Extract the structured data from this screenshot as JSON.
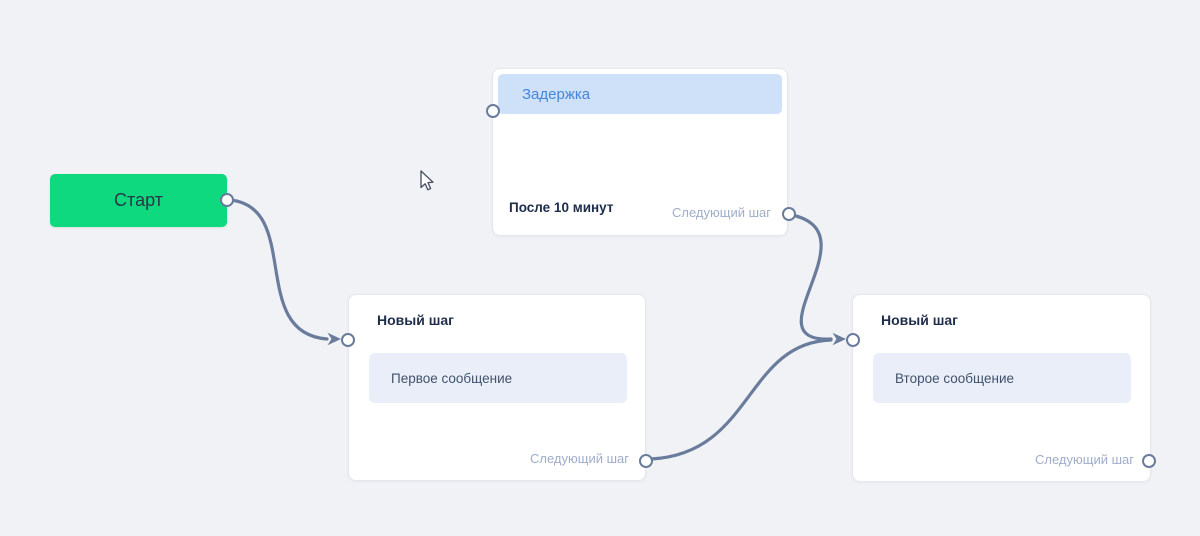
{
  "palette": {
    "canvas_bg": "#f1f2f6",
    "start_green": "#0ed97e",
    "connector": "#6a7c9b",
    "delay_header_bg": "#cee1f8",
    "delay_header_text": "#4486da",
    "message_block_bg": "#e9eef8",
    "next_step_text": "#9fadc9"
  },
  "nodes": {
    "start": {
      "label": "Старт"
    },
    "delay": {
      "title": "Задержка",
      "condition": "После 10 минут",
      "next_step": "Следующий шаг"
    },
    "step1": {
      "title": "Новый шаг",
      "message": "Первое сообщение",
      "next_step": "Следующий шаг"
    },
    "step2": {
      "title": "Новый шаг",
      "message": "Второе сообщение",
      "next_step": "Следующий шаг"
    }
  },
  "edges": [
    {
      "from": "start",
      "to": "step1"
    },
    {
      "from": "delay",
      "to": "step2"
    },
    {
      "from": "step1",
      "to": "step2"
    }
  ]
}
